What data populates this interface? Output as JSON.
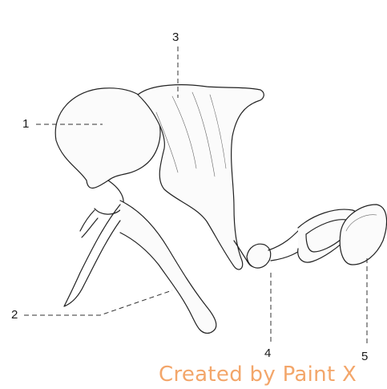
{
  "diagram": {
    "labels": [
      {
        "id": "1",
        "text": "1"
      },
      {
        "id": "2",
        "text": "2"
      },
      {
        "id": "3",
        "text": "3"
      },
      {
        "id": "4",
        "text": "4"
      },
      {
        "id": "5",
        "text": "5"
      }
    ]
  },
  "watermark": "Created by Paint X",
  "colors": {
    "ink": "#1a1a1a",
    "watermark": "#f3a66a",
    "background": "#ffffff"
  }
}
